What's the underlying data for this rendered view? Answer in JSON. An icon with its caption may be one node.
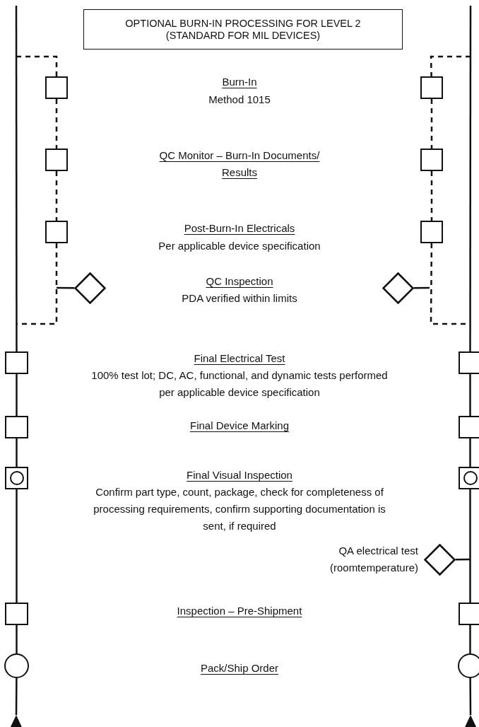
{
  "diagram": {
    "nodes": [
      {
        "text": [
          "OPTIONAL BURN-IN PROCESSING FOR LEVEL 2 (STANDARD FOR MIL DEVICES)"
        ]
      },
      {
        "text": [],
        "shape": "box"
      },
      {
        "text": [],
        "shape": "box"
      },
      {
        "text": [],
        "shape": "box"
      },
      {
        "text": [],
        "shape": "diamond"
      },
      {
        "text": [],
        "shape": "box"
      },
      {
        "text": [],
        "shape": "box"
      },
      {
        "text": [],
        "shape": "box"
      },
      {
        "text": [],
        "shape": "box"
      },
      {
        "text": [],
        "shape": "circle"
      },
      {
        "text": [],
        "shape": "box"
      },
      {
        "text": [],
        "shape": "box"
      },
      {
        "text": [],
        "shape": "box"
      },
      {
        "text": [],
        "shape": "diamond"
      },
      {
        "text": [],
        "shape": "box"
      },
      {
        "text": [],
        "shape": "box"
      },
      {
        "text": [],
        "shape": "box"
      },
      {
        "text": [],
        "shape": "diamond",
        "beside": [
          "QA electrical test (roomtemperature)"
        ]
      },
      {
        "text": [],
        "shape": "box"
      },
      {
        "text": [],
        "shape": "circle"
      }
    ],
    "edges": [
      {
        "from": null,
        "to": 1,
        "arrow": "none",
        "style": "dashed"
      },
      {
        "from": 1,
        "to": 2,
        "arrow": "none",
        "style": "dashed"
      },
      {
        "from": 2,
        "to": 3,
        "arrow": "none",
        "style": "dashed"
      },
      {
        "from": 3,
        "to": null,
        "arrow": "none",
        "style": "dashed"
      },
      {
        "from": 4,
        "to": null,
        "arrow": "none"
      },
      {
        "from": null,
        "to": 5,
        "arrow": "none"
      },
      {
        "from": 5,
        "to": 6,
        "arrow": "none"
      },
      {
        "from": 6,
        "to": 7,
        "arrow": "none"
      },
      {
        "from": 7,
        "to": 8,
        "arrow": "none"
      },
      {
        "from": 8,
        "to": 9,
        "arrow": "none"
      },
      {
        "from": 9,
        "to": null,
        "arrow": "other"
      },
      {
        "from": null,
        "to": 10,
        "arrow": "none",
        "style": "dashed"
      },
      {
        "from": 10,
        "to": 11,
        "arrow": "none",
        "style": "dashed"
      },
      {
        "from": 11,
        "to": 12,
        "arrow": "none",
        "style": "dashed"
      },
      {
        "from": 12,
        "to": null,
        "arrow": "none",
        "style": "dashed"
      },
      {
        "from": 13,
        "to": null,
        "arrow": "none"
      },
      {
        "from": null,
        "to": 14,
        "arrow": "none"
      },
      {
        "from": 14,
        "to": 15,
        "arrow": "none"
      },
      {
        "from": 15,
        "to": 16,
        "arrow": "none"
      },
      {
        "from": 16,
        "to": 18,
        "arrow": "none"
      },
      {
        "from": 17,
        "to": null,
        "arrow": "none"
      },
      {
        "from": 18,
        "to": 19,
        "arrow": "none"
      },
      {
        "from": 19,
        "to": null,
        "arrow": "other"
      }
    ],
    "labels": [
      "Burn-In",
      "Method 1015",
      "QC Monitor – Burn-In Documents/ Results",
      "Post-Burn-In Electricals",
      "Per applicable device specification",
      "QC Inspection",
      "PDA verified within limits",
      "Final Electrical Test",
      "100% test lot; DC, AC, functional, and dynamic tests performed per applicable device specification",
      "Final Device Marking",
      "Final Visual Inspection",
      "Confirm part type, count, package, check for completeness of processing requirements, confirm supporting documentation is sent, if required",
      "Inspection – Pre-Shipment",
      "Pack/Ship Order"
    ]
  }
}
